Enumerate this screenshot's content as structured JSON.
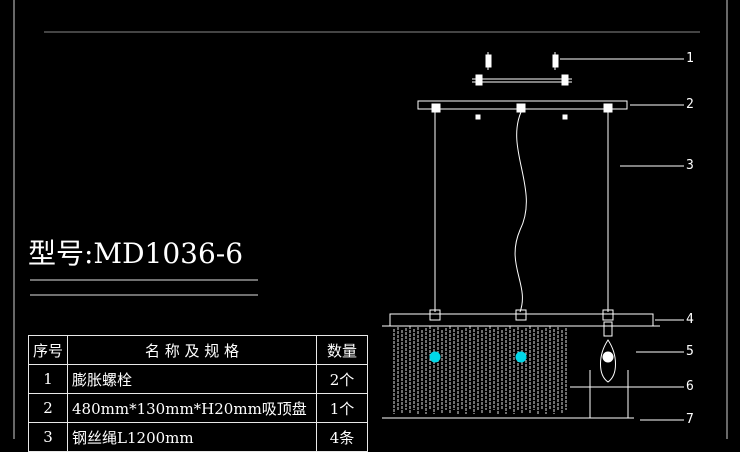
{
  "title": "型号:MD1036-6",
  "table": {
    "headers": {
      "index": "序号",
      "name": "名 称 及 规 格",
      "qty": "数量"
    },
    "rows": [
      {
        "index": "1",
        "name": "膨胀螺栓",
        "qty": "2个"
      },
      {
        "index": "2",
        "name": "480mm*130mm*H20mm吸顶盘",
        "qty": "1个"
      },
      {
        "index": "3",
        "name": "钢丝绳L1200mm",
        "qty": "4条"
      }
    ]
  },
  "callouts": [
    "1",
    "2",
    "3",
    "4",
    "5",
    "6",
    "7"
  ],
  "colors": {
    "background": "#000000",
    "line": "#ffffff",
    "accent": "#00d8e8"
  }
}
